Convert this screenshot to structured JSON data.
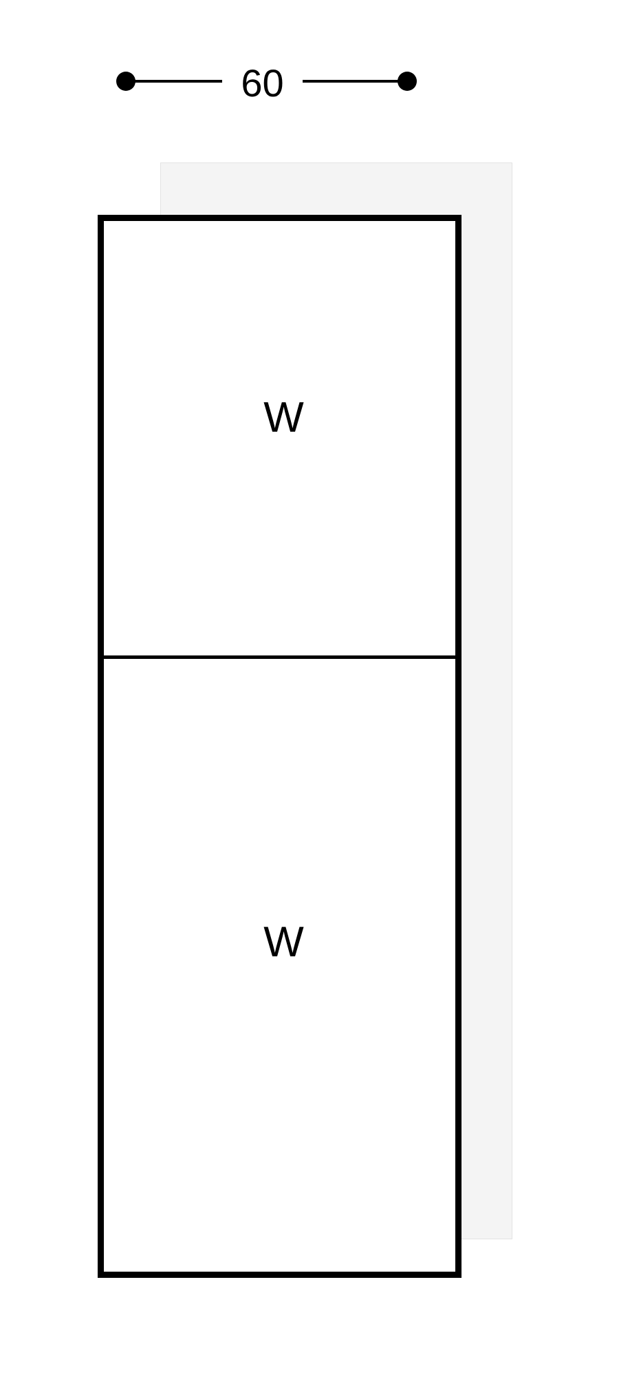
{
  "drawing": {
    "type": "cabinet-elevation",
    "background_color": "#ffffff",
    "line_color": "#000000",
    "panel_color": "#f4f4f4",
    "dimension": {
      "value": "60",
      "marker": "dot",
      "orientation": "horizontal",
      "position": "top"
    },
    "cabinet": {
      "compartments": [
        {
          "label": "W"
        },
        {
          "label": "W"
        }
      ]
    }
  }
}
